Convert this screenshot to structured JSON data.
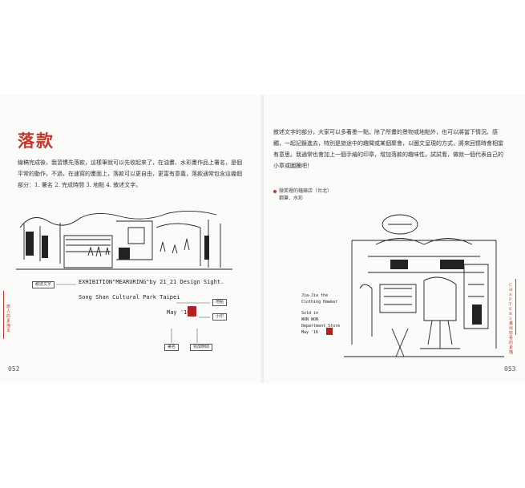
{
  "left_page": {
    "title": "落款",
    "body": "線稿完成後，我習慣先落款，這樣筆就可以先收起來了，在油畫、水彩畫作品上署名，是個平常的動作，不過，在速寫的畫面上，落款可以更自由，更富有意義，落款通常包含這幾個部分：1. 署名 2. 完成時間 3. 地點 4. 敘述文字。",
    "handwriting": {
      "line1": "EXHIBITION\"MEARURING\"by 21_21 Design Sight.",
      "line2": "Song Shan Cultural Park  Taipei",
      "line3": "May '16"
    },
    "labels": {
      "description": "敘述文字",
      "place": "地點",
      "seal": "小印",
      "signature": "署名",
      "time": "完成時間"
    },
    "side_text": "旅人的素描本",
    "page_number": "052"
  },
  "right_page": {
    "body": "敘述文字的部分，大家可以多著墨一點，除了所畫的景物或地點外，也可以將當下情況、感觸，一起記錄進去，特別是旅途中的趣聞或某個聚會，以圖文呈現的方式，將來回憶時會相當有意思。我通常也會加上一個手繪的印章，增加落款的趣味性，試試看，做就一個代表自己的小章或圖騰吧！",
    "caption_line1": "微笑裡的鐘錶店（台北）",
    "caption_line2": "鋼筆．水彩",
    "handwriting": {
      "line1": "Jia-Jia the",
      "line2": "Clothing Hawker",
      "line3": "Sold in",
      "line4": "WON WON",
      "line5": "Department Store",
      "line6": "May '16"
    },
    "side_text": "CHAPTER 3 畫出好看的素描",
    "page_number": "053"
  }
}
